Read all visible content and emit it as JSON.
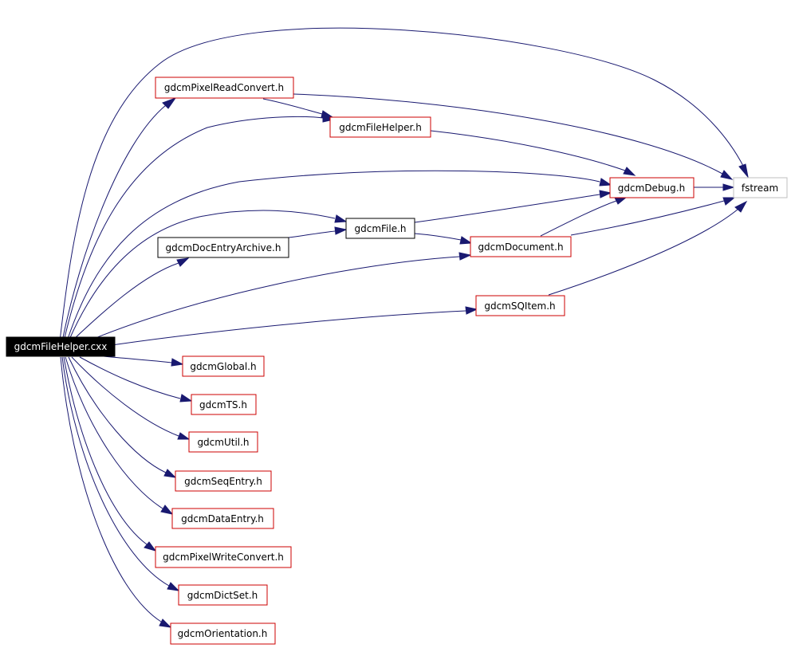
{
  "colors": {
    "edge": "#191970",
    "red_border": "#cc0000",
    "black_border": "#000000",
    "gray_border": "#bfbfbf",
    "root_fill": "#000000",
    "root_text": "#ffffff",
    "text": "#000000"
  },
  "nodes": {
    "root": "gdcmFileHelper.cxx",
    "pixel_read_convert": "gdcmPixelReadConvert.h",
    "file_helper": "gdcmFileHelper.h",
    "debug": "gdcmDebug.h",
    "fstream": "fstream",
    "file": "gdcmFile.h",
    "doc_entry_archive": "gdcmDocEntryArchive.h",
    "document": "gdcmDocument.h",
    "sq_item": "gdcmSQItem.h",
    "global": "gdcmGlobal.h",
    "ts": "gdcmTS.h",
    "util": "gdcmUtil.h",
    "seq_entry": "gdcmSeqEntry.h",
    "data_entry": "gdcmDataEntry.h",
    "pixel_write_convert": "gdcmPixelWriteConvert.h",
    "dict_set": "gdcmDictSet.h",
    "orientation": "gdcmOrientation.h"
  }
}
